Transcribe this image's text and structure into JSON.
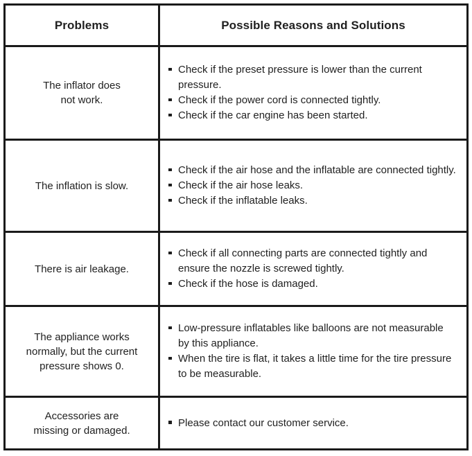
{
  "table": {
    "headers": {
      "problems": "Problems",
      "solutions": "Possible Reasons and Solutions"
    },
    "rows": [
      {
        "problem": "The inflator does\nnot work.",
        "solutions": [
          "Check if the preset pressure is lower than the current pressure.",
          "Check if the power cord is connected tightly.",
          "Check if the car engine has been started."
        ]
      },
      {
        "problem": "The inflation is slow.",
        "solutions": [
          "Check if the air hose and the inflatable are connected tightly.",
          "Check if the air hose leaks.",
          "Check if the inflatable leaks."
        ]
      },
      {
        "problem": "There is air leakage.",
        "solutions": [
          "Check if all connecting parts are connected tightly and ensure the nozzle is screwed tightly.",
          "Check if the hose is damaged."
        ]
      },
      {
        "problem": "The appliance works\nnormally, but the current\npressure shows 0.",
        "solutions": [
          "Low-pressure inflatables like balloons are not measurable by this appliance.",
          "When the tire is flat, it takes a little time for the tire pressure to be measurable."
        ]
      },
      {
        "problem": "Accessories are\nmissing or damaged.",
        "solutions": [
          "Please contact our customer service."
        ]
      }
    ]
  },
  "colors": {
    "border": "#1a1a1a",
    "text": "#212121",
    "background": "#ffffff"
  }
}
